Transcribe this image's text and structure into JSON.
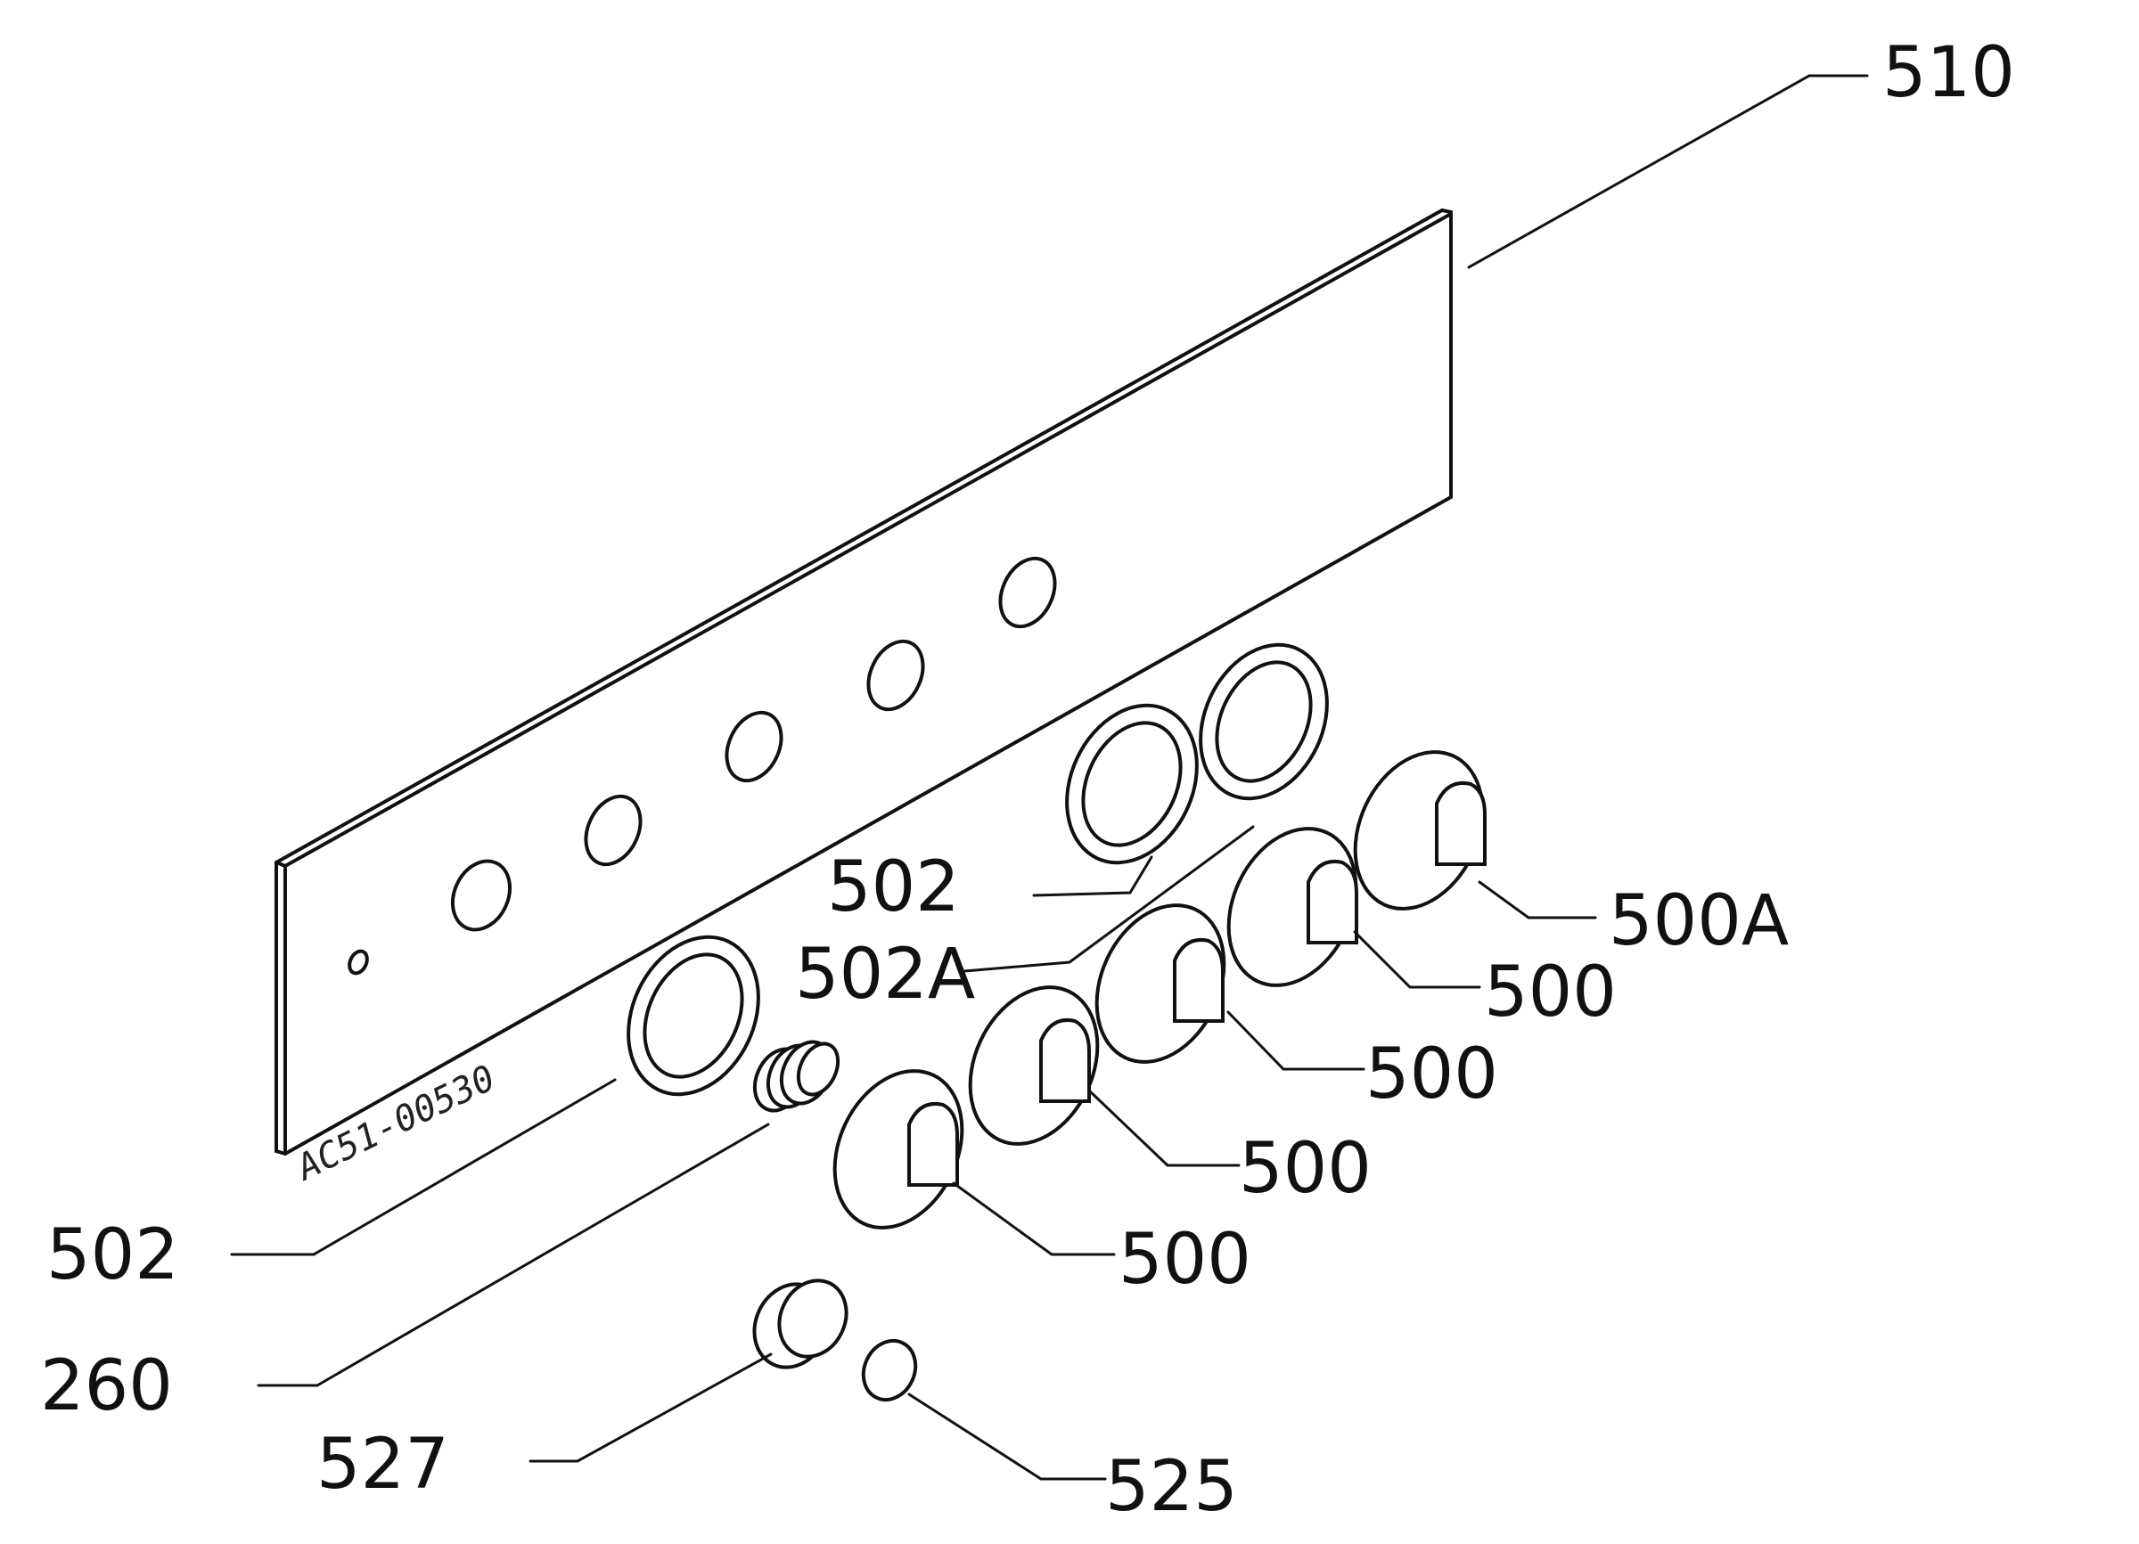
{
  "drawing_code": "AC51-00530",
  "labels": {
    "panel": "510",
    "ring_upper": "502",
    "ring_upper_a": "502A",
    "ring_lower": "502",
    "spring": "260",
    "knob_a": "500A",
    "knob_1": "500",
    "knob_2": "500",
    "knob_3": "500",
    "knob_4": "500",
    "cap": "527",
    "insert": "525"
  }
}
